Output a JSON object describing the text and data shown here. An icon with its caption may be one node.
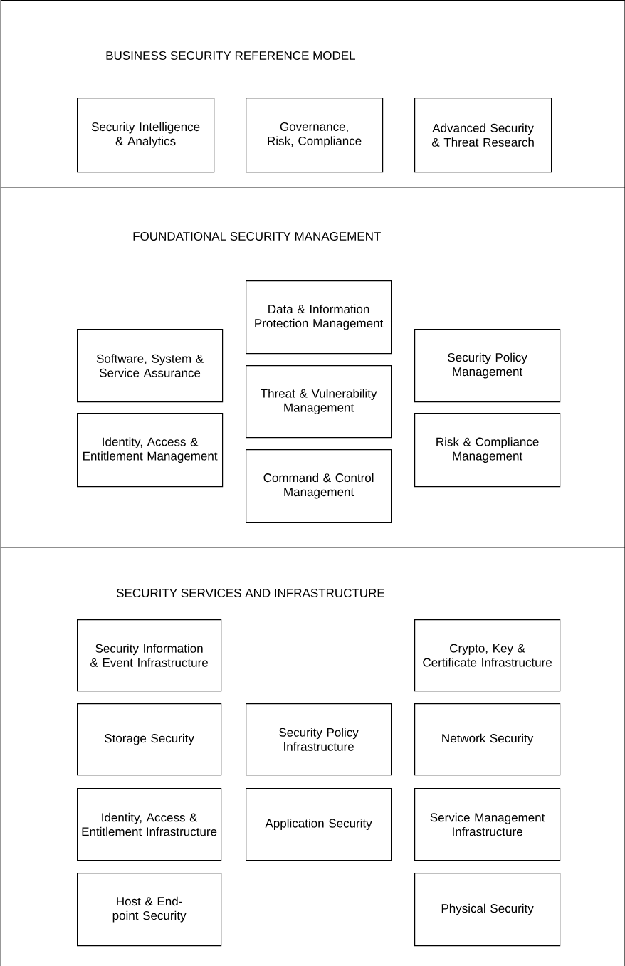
{
  "diagram": {
    "nodes": [
      {
        "text": [
          "BUSINESS SECURITY REFERENCE MODEL"
        ]
      },
      {
        "text": [
          "Security Intelligence & Analytics"
        ],
        "in": 0
      },
      {
        "text": [
          "Governance, Risk, Compliance"
        ],
        "in": 0
      },
      {
        "text": [
          "Advanced Security & Threat Research"
        ],
        "in": 0
      },
      {
        "text": [
          "FOUNDATIONAL SECURITY MANAGEMENT"
        ]
      },
      {
        "text": [
          "Data & Information Protection Management"
        ],
        "in": 4
      },
      {
        "text": [
          "Software, System & Service Assurance"
        ],
        "in": 4
      },
      {
        "text": [
          "Security Policy Management"
        ],
        "in": 4
      },
      {
        "text": [
          "Threat & Vulnerability Management"
        ],
        "in": 4
      },
      {
        "text": [
          "Identity, Access & Entitlement Management"
        ],
        "in": 4
      },
      {
        "text": [
          "Risk & Compliance Management"
        ],
        "in": 4
      },
      {
        "text": [
          "Command & Control Management"
        ],
        "in": 4
      },
      {
        "text": [
          "SECURITY SERVICES AND INFRASTRUCTURE"
        ]
      },
      {
        "text": [
          "Security Information & Event Infrastructure"
        ],
        "in": 12
      },
      {
        "text": [
          "Crypto, Key & Certificate Infrastructure"
        ],
        "in": 12
      },
      {
        "text": [
          "Storage Security"
        ],
        "in": 12
      },
      {
        "text": [
          "Security Policy Infrastructure"
        ],
        "in": 12
      },
      {
        "text": [
          "Network Security"
        ],
        "in": 12
      },
      {
        "text": [
          "Identity, Access & Entitlement Infrastructure"
        ],
        "in": 12
      },
      {
        "text": [
          "Application Security"
        ],
        "in": 12
      },
      {
        "text": [
          "Service Management Infrastructure"
        ],
        "in": 12
      },
      {
        "text": [
          "Host & End-point Security"
        ],
        "in": 12
      },
      {
        "text": [
          "Physical Security"
        ],
        "in": 12
      }
    ]
  }
}
